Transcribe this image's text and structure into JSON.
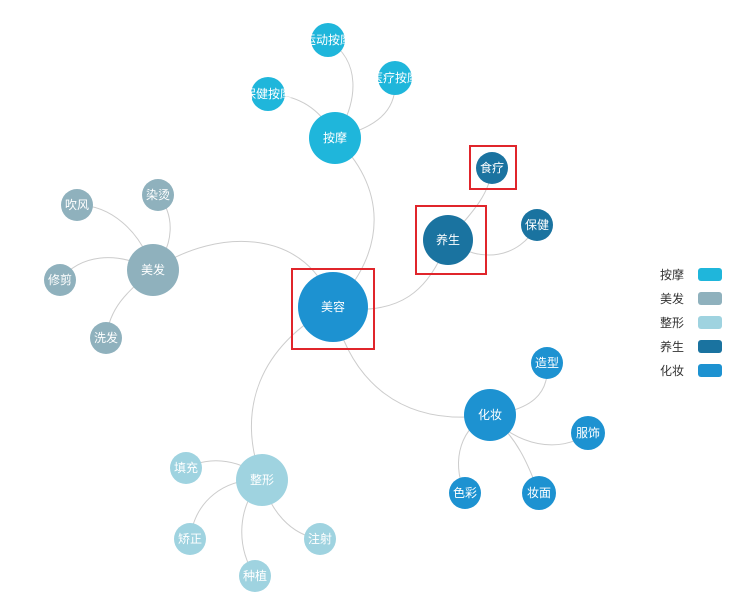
{
  "colors": {
    "anmo": "#1fb6db",
    "meifa": "#8fb1bd",
    "zhengxing": "#9fd3e0",
    "yangsheng": "#1a73a0",
    "huazhuang": "#1d92d1",
    "edge": "#cccccc",
    "highlight": "#e0252b"
  },
  "nodes": {
    "meirong": "美容",
    "anmo": "按摩",
    "yundong_anmo": "运动按摩",
    "yiliao_anmo": "医疗按摩",
    "baojian_anmo": "保健按摩",
    "meifa": "美发",
    "chuifeng": "吹风",
    "rantang": "染烫",
    "xiujian": "修剪",
    "xifa": "洗发",
    "yangsheng": "养生",
    "shiliao": "食疗",
    "baojian": "保健",
    "huazhuang": "化妆",
    "zaoxing": "造型",
    "fushi": "服饰",
    "zhuangmian": "妆面",
    "secai": "色彩",
    "zhengxing": "整形",
    "tianchong": "填充",
    "jiaozheng": "矫正",
    "zhongzhi": "种植",
    "zhushe": "注射"
  },
  "legend": [
    {
      "label": "按摩",
      "color": "#1fb6db"
    },
    {
      "label": "美发",
      "color": "#8fb1bd"
    },
    {
      "label": "整形",
      "color": "#9fd3e0"
    },
    {
      "label": "养生",
      "color": "#1a73a0"
    },
    {
      "label": "化妆",
      "color": "#1d92d1"
    }
  ]
}
